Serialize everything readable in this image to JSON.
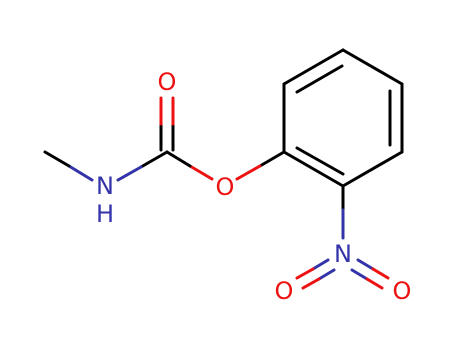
{
  "molecule": {
    "colors": {
      "carbon_bond": "#000000",
      "nitrogen": "#3333aa",
      "oxygen": "#ee1111"
    },
    "atoms": {
      "carbonyl_oxygen": "O",
      "ester_oxygen": "O",
      "amide_nitrogen": "N",
      "amide_hydrogen": "H",
      "nitro_nitrogen": "N",
      "nitro_oxygen_left": "O",
      "nitro_oxygen_right": "O"
    }
  }
}
